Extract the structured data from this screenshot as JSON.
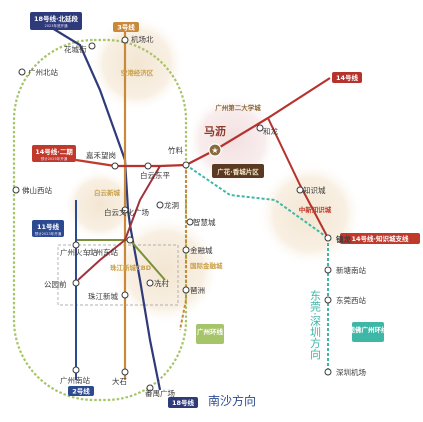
{
  "colors": {
    "line3": "#c8893a",
    "line18": "#2f3a7a",
    "line14": "#b5322d",
    "line11": "#7a8f3a",
    "line14b": "#c0392b",
    "line2": "#2c4a8f",
    "line5": "#a0323c",
    "line8": "#4aa8a0",
    "shenzhen": "#3fb7a6",
    "district_gold": "#c9a14a",
    "district_brown": "#8a6a3a"
  },
  "line_tags": {
    "l18n": {
      "label": "18号线·北延段",
      "sub": "2023年底开通"
    },
    "l3": {
      "label": "3号线"
    },
    "l14": {
      "label": "14号线"
    },
    "l14b": {
      "label": "14号线·二期",
      "sub": "预计2025年开通"
    },
    "l11": {
      "label": "11号线",
      "sub": "预计2023年开通"
    },
    "l14k": {
      "label": "14号线·知识城支线"
    },
    "l2": {
      "label": "2号线"
    },
    "l18": {
      "label": "18号线"
    }
  },
  "stations": {
    "huadijie": "花城街",
    "jichangbei": "机场北",
    "guangzhoubei": "广州北站",
    "helong": "和龙",
    "jiahewangang": "嘉禾望岗",
    "baiyundongping": "白云东平",
    "zhuliao": "竹料",
    "foshanxi": "佛山西站",
    "zhishicheng": "知识城",
    "longdong": "龙洞",
    "zhihuicheng": "智慧城",
    "baiyunwenhua": "白云文化广场",
    "guangzhouhuochezhan": "广州火车站",
    "guangzhoudongzhan": "广州东站",
    "jinrongcheng": "金融城",
    "gongyuanqian": "公园前",
    "zhujiangxincheng": "珠江新城",
    "xiancun": "冼村",
    "pazhou": "琶洲",
    "zhenlong": "镇龙",
    "xintangnan": "新塘南站",
    "dongguanxi": "东莞西站",
    "guangzhounan": "广州南站",
    "dashi": "大石",
    "panyuguangchang": "番禺广场",
    "shenzhenjichang": "深圳机场"
  },
  "districts": {
    "konggang": "空港经济区",
    "baiyunxincheng": "白云新城",
    "zhujiangcbd": "珠江新城CBD",
    "guojijinrong": "国际金融城",
    "guangzhou_daxuecheng": "广州第二大学城",
    "malin": "马沥",
    "guangfan": "广花·香城片区",
    "zhongxin_zhishi": "中新知识城",
    "guangzhou_huanxian": "广州环线",
    "dongguan_huanxian": "莞佛广州环线"
  },
  "directions": {
    "south": "南沙方向",
    "dongguan": "东莞·深圳方向"
  }
}
